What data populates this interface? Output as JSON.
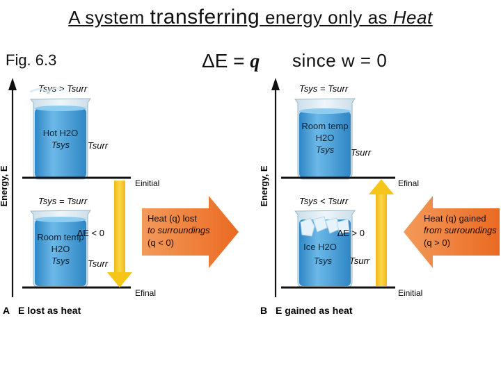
{
  "header": {
    "title_part1": "A system ",
    "title_part2": "transferring",
    "title_part3": " energy only as ",
    "title_part4": "Heat",
    "fig_label": "Fig. 6.3",
    "equation_lhs": "ΔE = ",
    "equation_rhs": "q",
    "since_text": "since w = 0"
  },
  "panel_a": {
    "axis_label": "Energy, E",
    "caption_letter": "A",
    "caption_text": "E lost as heat",
    "top_condition": "Tsys > Tsurr",
    "top_beaker_line1": "Hot H2O",
    "top_beaker_line2": "Tsys",
    "top_tsurr": "Tsurr",
    "level_top": "Einitial",
    "bottom_condition": "Tsys = Tsurr",
    "bottom_beaker_line1": "Room temp",
    "bottom_beaker_line2": "H2O",
    "bottom_beaker_line3": "Tsys",
    "bottom_tsurr": "Tsurr",
    "level_bottom": "Efinal",
    "delta": "ΔE < 0",
    "arrow_line1": "Heat (q) lost",
    "arrow_line2": "to surroundings",
    "arrow_line3": "(q < 0)"
  },
  "panel_b": {
    "axis_label": "Energy, E",
    "caption_letter": "B",
    "caption_text": "E gained as heat",
    "top_condition": "Tsys = Tsurr",
    "top_beaker_line1": "Room temp",
    "top_beaker_line2": "H2O",
    "top_beaker_line3": "Tsys",
    "top_tsurr": "Tsurr",
    "level_top": "Efinal",
    "bottom_condition": "Tsys < Tsurr",
    "bottom_beaker_line1": "Ice H2O",
    "bottom_beaker_line2": "Tsys",
    "bottom_tsurr": "Tsurr",
    "level_bottom": "Einitial",
    "delta": "ΔE > 0",
    "arrow_line1": "Heat (q) gained",
    "arrow_line2": "from surroundings",
    "arrow_line3": "(q > 0)"
  },
  "colors": {
    "heat_arrow": "#f07a35",
    "energy_arrow": "#f5c518",
    "water": "#4a9fd6",
    "level_line": "#111111"
  }
}
